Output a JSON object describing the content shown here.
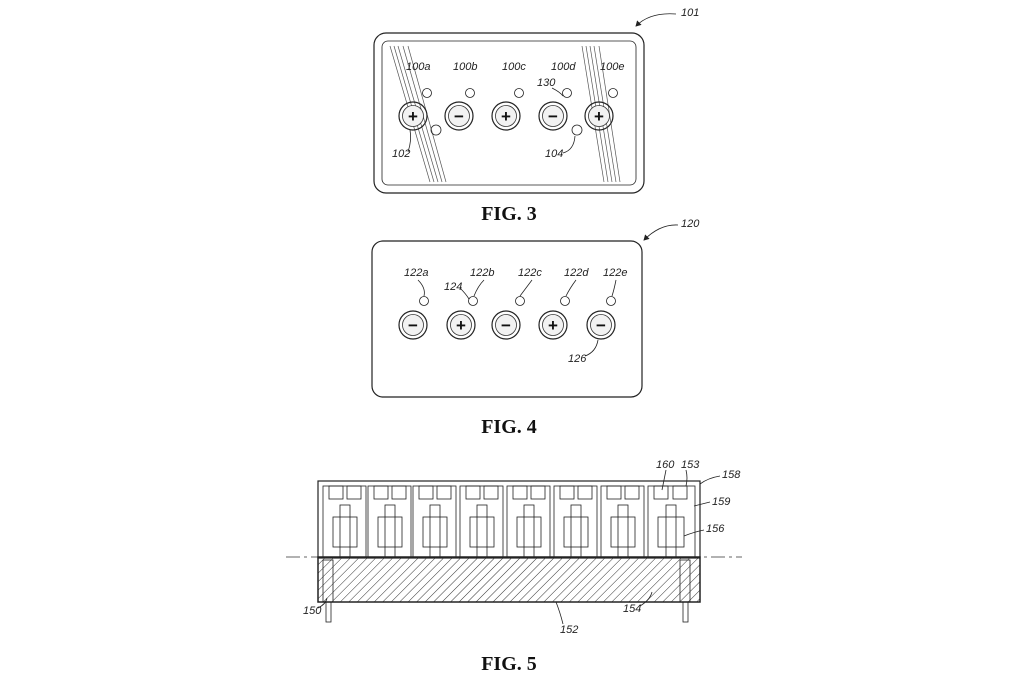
{
  "fig3": {
    "caption": "FIG. 3",
    "ref_main": "101",
    "hole_labels": [
      "100a",
      "100b",
      "100c",
      "100d",
      "100e"
    ],
    "terminal_signs": [
      "+",
      "−",
      "+",
      "−",
      "+"
    ],
    "ref_terminal": "102",
    "ref_hole": "104",
    "ref_130": "130"
  },
  "fig4": {
    "caption": "FIG. 4",
    "ref_main": "120",
    "hole_labels": [
      "122a",
      "122b",
      "122c",
      "122d",
      "122e"
    ],
    "terminal_signs": [
      "−",
      "+",
      "−",
      "+",
      "−"
    ],
    "ref_124": "124",
    "ref_126": "126"
  },
  "fig5": {
    "caption": "FIG. 5",
    "refs": {
      "r150": "150",
      "r152": "152",
      "r153": "153",
      "r154": "154",
      "r156": "156",
      "r158": "158",
      "r159": "159",
      "r160": "160"
    }
  }
}
